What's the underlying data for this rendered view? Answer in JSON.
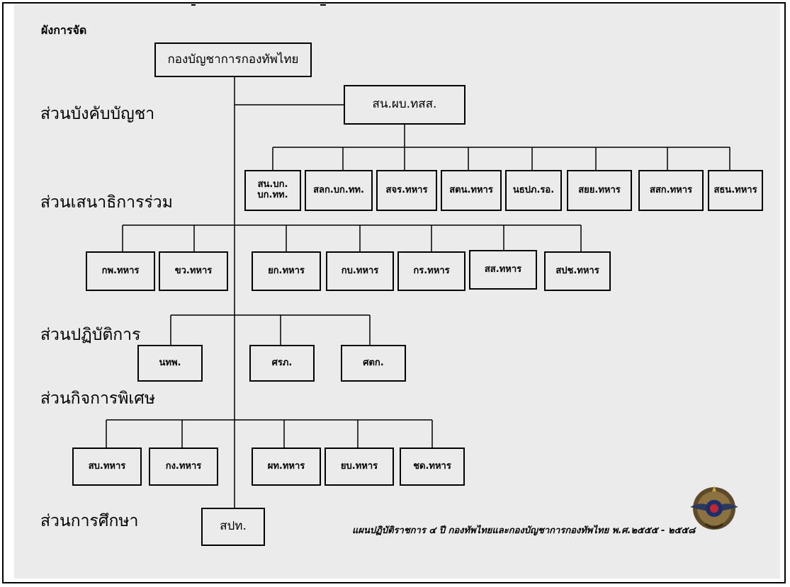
{
  "heading": "ผังการจัด",
  "top_box": "กองบัญชาการกองทัพไทย",
  "sections": {
    "command": "ส่วนบังคับบัญชา",
    "joint_staff": "ส่วนเสนาธิการร่วม",
    "operations": "ส่วนปฏิบัติการ",
    "special": "ส่วนกิจการพิเศษ",
    "education": "ส่วนการศึกษา"
  },
  "command_box": "สน.ผบ.ทสส.",
  "command_units": [
    "สน.บก.\nบก.ทท.",
    "สลก.บก.ทท.",
    "สจร.ทหาร",
    "สตน.ทหาร",
    "นธปภ.รอ.",
    "สยย.ทหาร",
    "สสก.ทหาร",
    "สธน.ทหาร"
  ],
  "staff_units": [
    "กพ.ทหาร",
    "ขว.ทหาร",
    "ยก.ทหาร",
    "กบ.ทหาร",
    "กร.ทหาร",
    "สส.ทหาร",
    "สปช.ทหาร"
  ],
  "operation_units": [
    "นทพ.",
    "ศรภ.",
    "ศตก."
  ],
  "special_units": [
    "สบ.ทหาร",
    "กง.ทหาร",
    "ผท.ทหาร",
    "ยบ.ทหาร",
    "ชด.ทหาร"
  ],
  "education_unit": "สปท.",
  "footer": "แผนปฏิบัติราชการ ๔ ปี กองทัพไทยและกองบัญชาการกองทัพไทย  พ.ศ.๒๕๕๕ - ๒๕๕๘",
  "emblem": "royal-thai-armed-forces-emblem"
}
